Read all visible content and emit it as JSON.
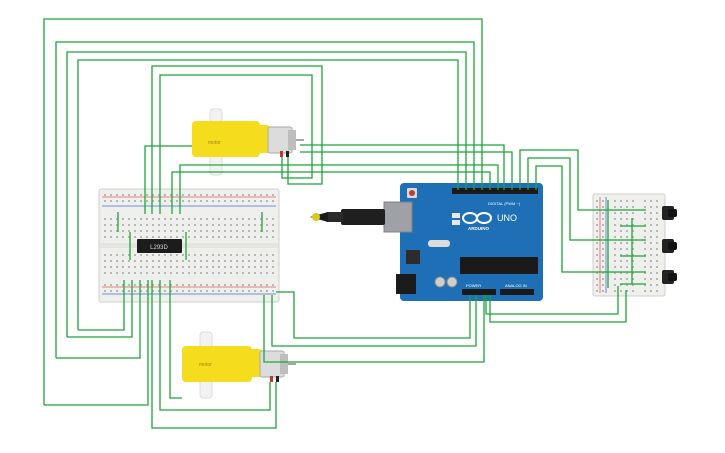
{
  "colors": {
    "wire": "#1fa53a",
    "board": "#1e6fb5",
    "motor": "#f5dc1c",
    "breadboard": "#efefed",
    "background": "#ffffff"
  },
  "motor_top": {
    "label": "motor"
  },
  "motor_bottom": {
    "label": "motor"
  },
  "chip": {
    "label": "L293D"
  },
  "arduino": {
    "brand": "ARDUINO",
    "model": "UNO",
    "digital_label": "DIGITAL (PWM ~)",
    "power_label": "POWER",
    "analog_label": "ANALOG IN"
  },
  "buttons": [
    "push-button-1",
    "push-button-2",
    "push-button-3"
  ]
}
